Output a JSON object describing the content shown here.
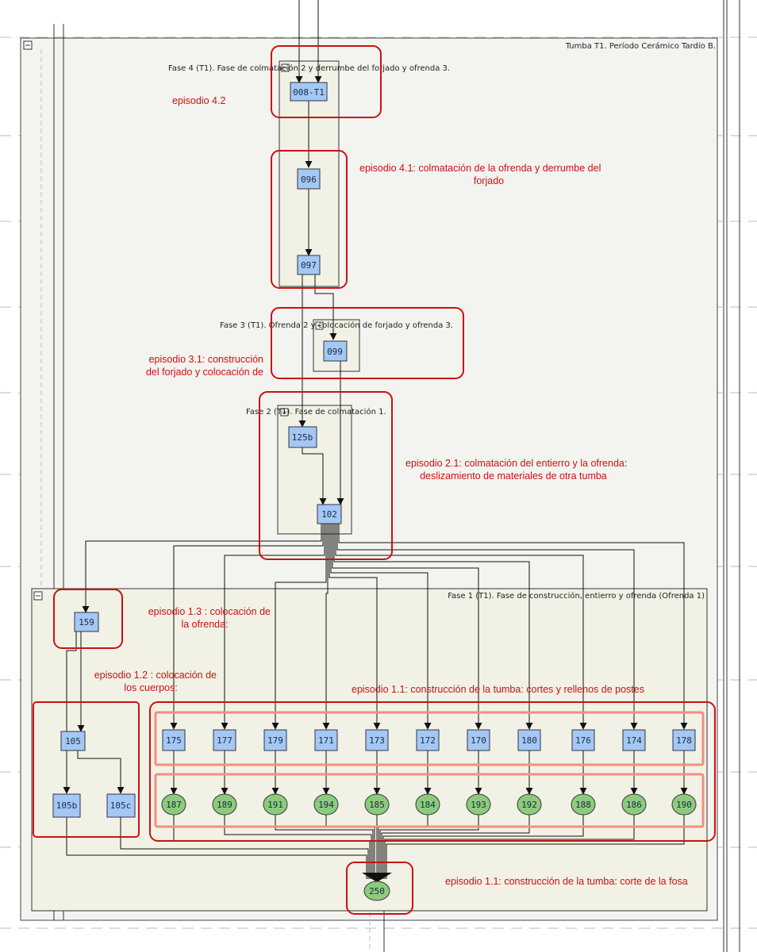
{
  "diagram": {
    "main_title": "Tumba T1. Período Cerámico Tardío B.",
    "phases": {
      "f4": "Fase 4 (T1). Fase de colmatación 2 y derrumbe del forjado y ofrenda 3.",
      "f3": "Fase 3 (T1). Ofrenda 2 y colocación de forjado y ofrenda 3.",
      "f2": "Fase 2 (T1). Fase de colmatación 1.",
      "f1": "Fase 1 (T1). Fase de construcción, entierro y ofrenda (Ofrenda 1)"
    },
    "annotations": {
      "ep42": "episodio 4.2",
      "ep41a": "episodio 4.1:  colmatación de la ofrenda y derrumbe del",
      "ep41b": "forjado",
      "ep31a": "episodio 3.1: construcción",
      "ep31b": "del forjado y colocación de",
      "ep21a": "episodio 2.1:  colmatación del entierro y la ofrenda:",
      "ep21b": "deslizamiento de materiales de otra tumba",
      "ep13a": "episodio 1.3 :  colocación de",
      "ep13b": "la ofrenda:",
      "ep12a": "episodio 1.2 :  colocación de",
      "ep12b": "los cuerpos:",
      "ep11": "episodio 1.1: construcción de la tumba: cortes y rellenos de postes",
      "ep11b": "episodio 1.1: construcción de la tumba: corte de la fosa"
    },
    "nodes": {
      "n008": "008-T1",
      "n096": "096",
      "n097": "097",
      "n099": "099",
      "n125b": "125b",
      "n102": "102",
      "n159": "159",
      "n105": "105",
      "n105b": "105b",
      "n105c": "105c",
      "cuts": [
        "175",
        "177",
        "179",
        "171",
        "173",
        "172",
        "170",
        "180",
        "176",
        "174",
        "178"
      ],
      "fills": [
        "187",
        "189",
        "191",
        "194",
        "185",
        "184",
        "193",
        "192",
        "188",
        "186",
        "190"
      ],
      "n250": "250"
    },
    "colors": {
      "unit_fill": "#a4c8f4",
      "interface_fill": "#8ccb7c",
      "annotation_red": "#cc1111",
      "panel_bg": "#f3f2ea"
    }
  }
}
